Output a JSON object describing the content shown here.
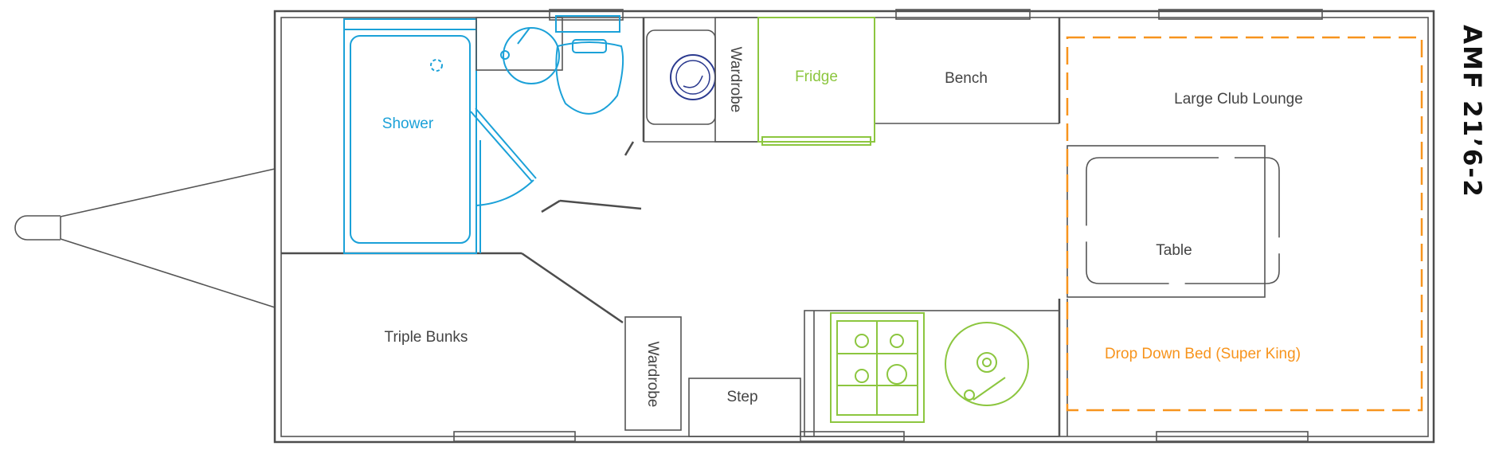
{
  "title": "AMF 21’6-2",
  "rooms": {
    "shower": "Shower",
    "wardrobe_top": "Wardrobe",
    "fridge": "Fridge",
    "bench": "Bench",
    "lounge": "Large Club Lounge",
    "table": "Table",
    "bunks": "Triple Bunks",
    "wardrobe_bottom": "Wardrobe",
    "step": "Step",
    "bed": "Drop Down Bed (Super King)"
  },
  "colors": {
    "wall": "#4d4d4d",
    "bathroom": "#1ba1d8",
    "appliances": "#8cc63f",
    "bed": "#f7941d"
  }
}
